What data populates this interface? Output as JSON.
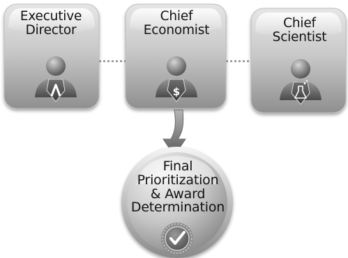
{
  "roles": [
    {
      "line1": "Executive",
      "line2": "Director",
      "icon": "lambda-badge-icon"
    },
    {
      "line1": "Chief",
      "line2": "Economist",
      "icon": "dollar-badge-icon"
    },
    {
      "line1": "Chief",
      "line2": "Scientist",
      "icon": "flask-badge-icon"
    }
  ],
  "outcome": {
    "lines": [
      "Final",
      "Prioritization",
      "& Award",
      "Determination"
    ],
    "icon": "checkmark-seal-icon"
  },
  "colors": {
    "card_light": "#d9d9d9",
    "card_dark": "#8e8e8e",
    "person_dark": "#6a6a6a",
    "connector": "#8c8c8c"
  }
}
